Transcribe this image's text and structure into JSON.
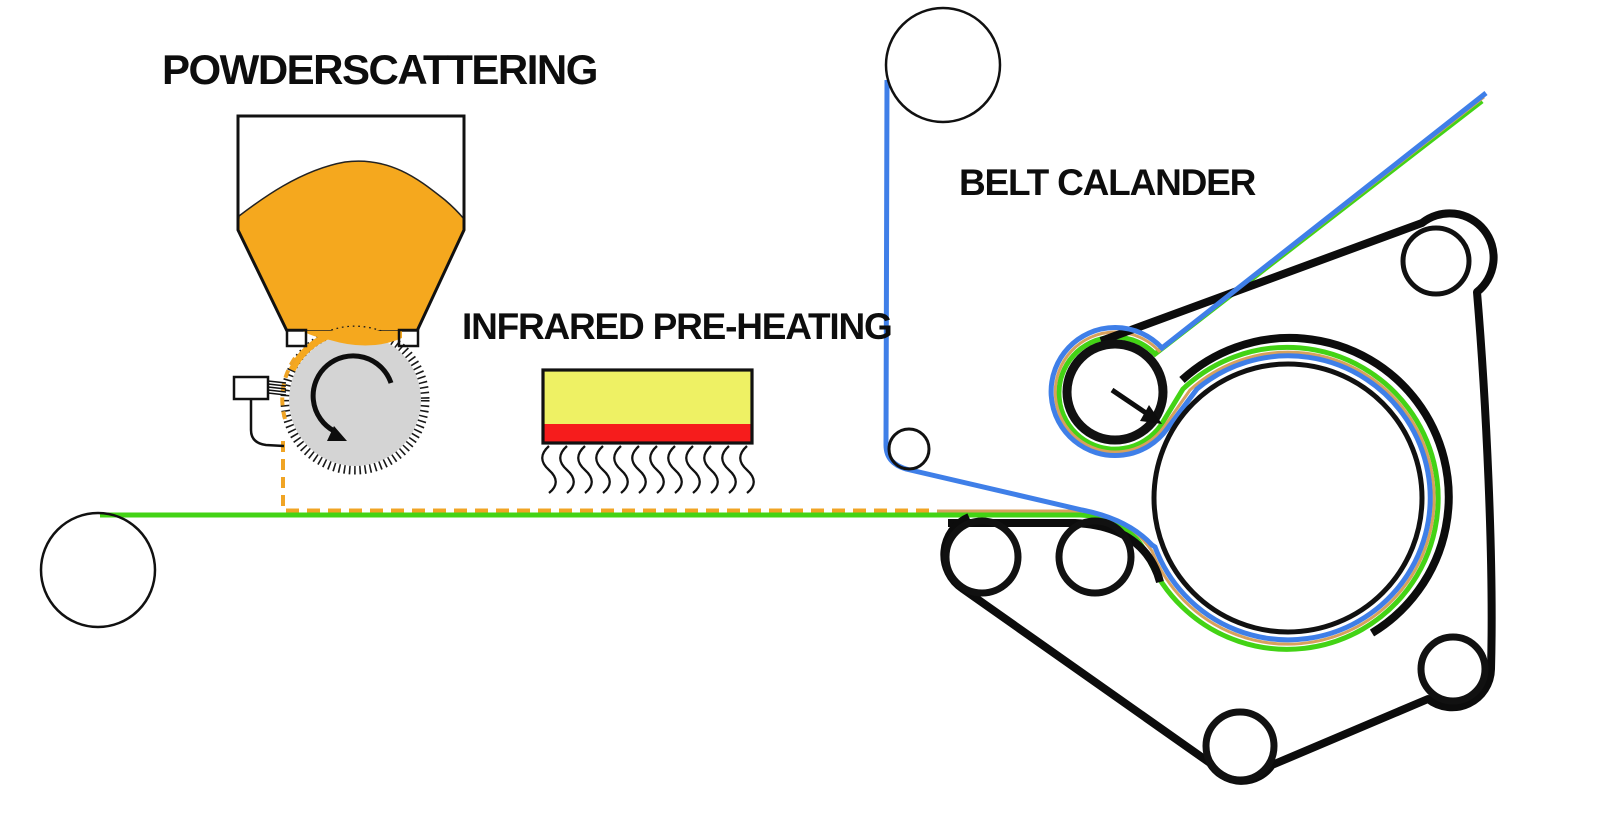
{
  "labels": {
    "powder_scattering": "POWDERSCATTERING",
    "infrared_preheating": "INFRARED PRE-HEATING",
    "belt_calander": "BELT CALANDER"
  },
  "colors": {
    "background": "#FFFFFF",
    "powder_orange": "#F5A81E",
    "powder_dash_orange": "#F0A424",
    "powder_line_tan": "#D8A15C",
    "textile_green_line": "#43D315",
    "textile_roll_green": "#4CD62E",
    "film_blue_line": "#3F7FE8",
    "film_roll_blue": "#3E7DE3",
    "calander_drum_red": "#F21B1E",
    "heater_body_yellow": "#EEF164",
    "heater_element_red": "#F61C1C",
    "guide_roller_gray": "#DCDCDC",
    "scatter_drum_gray": "#D4D4D4",
    "steel_belt_black": "#0C0C0C",
    "nip_roller_white": "#FFFFFF"
  },
  "shapes": {
    "green_unwind_roll": "green textile unwind roll",
    "powder_hopper": "hopper filled with orange powder",
    "scatter_drum": "serrated powder scattering drum",
    "infrared_heater": "infrared pre-heater with heat waves",
    "blue_unwind_roll": "blue film unwind roll",
    "belt_calander_drum": "large red calander drum",
    "nip_roller": "white nip roller with pressure arrow",
    "steel_belt": "black steel belt loop over guide rollers"
  }
}
